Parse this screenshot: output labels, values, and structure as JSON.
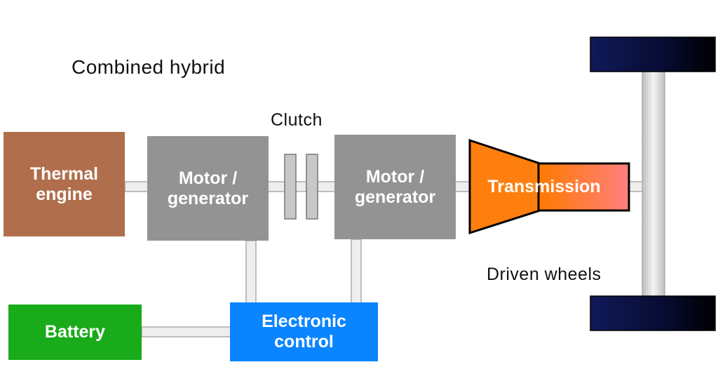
{
  "title": "Combined hybrid",
  "labels": {
    "clutch": "Clutch",
    "driven_wheels": "Driven wheels"
  },
  "components": {
    "thermal_engine": "Thermal\nengine",
    "motor_generator_1": "Motor /\ngenerator",
    "motor_generator_2": "Motor /\ngenerator",
    "transmission": "Transmission",
    "battery": "Battery",
    "electronic_control": "Electronic\ncontrol"
  },
  "colors": {
    "thermal_engine": "#b06e4d",
    "motor_generator": "#939393",
    "transmission": "#ff7f0e",
    "transmission_end": "#ff8080",
    "battery": "#1aab1a",
    "electronic_control": "#0a84ff",
    "wheel": "#0a0f3f",
    "axle": "#dddddd"
  }
}
